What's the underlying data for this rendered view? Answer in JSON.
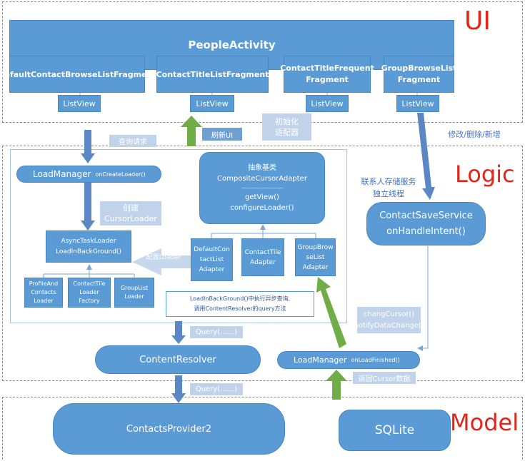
{
  "sections": {
    "ui": "UI",
    "logic": "Logic",
    "model": "Model"
  },
  "ui_layer": {
    "people_activity": "PeopleActivity",
    "fragments": [
      "DefaultContactBrowseListFragment",
      "ContactTitleListFragment",
      "ContactTitleFrequent\nFragment",
      "GroupBrowseList\nFragment"
    ],
    "listview": "ListView"
  },
  "notes": {
    "query_request": "查询请求",
    "refresh_ui": "刷新UI",
    "init_adapter": "初始化\n适配器",
    "modify": "修改/删除/新增",
    "service_thread": "联系人存储服务\n独立线程",
    "create_loader": "创建\nCursorLoader",
    "config_loader": "配置Loader",
    "async_note": "LoadInBackGround()中执行异步查询,\n调用ContentResolver的query方法",
    "change_cursor": "changCursor()\nnotifyDataChange()",
    "query1": "Query(……)",
    "query2": "Query(……)",
    "return_cursor": "返回Cursor数据"
  },
  "logic_layer": {
    "load_manager_top": "LoadManager",
    "load_manager_top_method": "onCreateLoader()",
    "async_task_loader": "AsyncTaskLoader\nLoadInBackGround()",
    "loader_children": [
      "ProfileAnd\nContacts\nLoader",
      "ContactTile\nLoader\nFactory",
      "GroupList\nLoader"
    ],
    "composite_adapter_title": "抽象基类\nCompositeCursorAdapter",
    "composite_adapter_sep": "-----------------------------------",
    "composite_adapter_methods": "getView()\nconfigureLoader()",
    "adapters": [
      "DefaultCon\ntactList\nAdapter",
      "ContactTile\nAdapter",
      "GroupBrow\nseList\nAdapter"
    ],
    "contact_save_service": "ContactSaveService\nonHandleIntent()",
    "content_resolver": "ContentResolver",
    "load_manager_bottom": "LoadManager",
    "load_manager_bottom_method": "onLoadFinished()"
  },
  "model_layer": {
    "contacts_provider": "ContactsProvider2",
    "sqlite": "SQLite"
  },
  "colors": {
    "box": "#5b9bd5",
    "pale_box": "#c0d3ea",
    "green_arrow": "#70ad47",
    "label": "#e1251b"
  }
}
